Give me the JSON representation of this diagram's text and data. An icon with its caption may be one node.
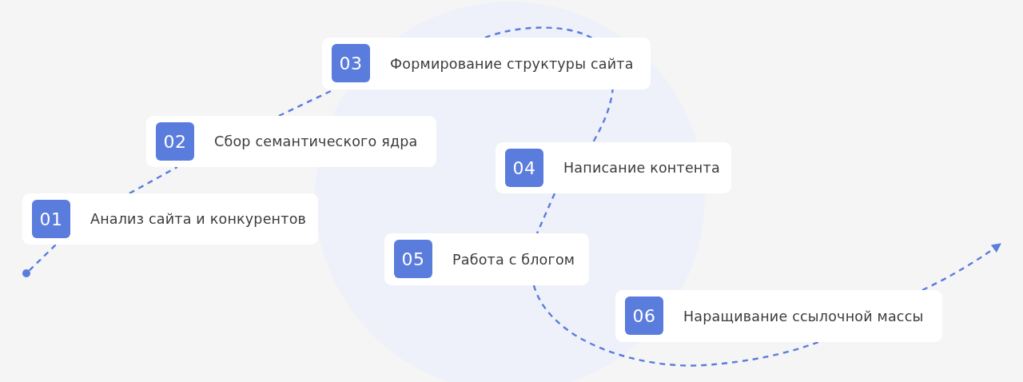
{
  "diagram": {
    "nodes": [
      {
        "text": [],
        "shape": "circle"
      },
      {
        "text": [
          "Анализ сайта и конкурентов"
        ]
      },
      {
        "text": [
          "01"
        ],
        "in": 1
      },
      {
        "text": [
          "Сбор семантического ядра"
        ]
      },
      {
        "text": [
          "02"
        ],
        "in": 3
      },
      {
        "text": [
          "Формирование структуры сайта"
        ]
      },
      {
        "text": [
          "03"
        ],
        "in": 5
      },
      {
        "text": [
          "Написание контента"
        ]
      },
      {
        "text": [
          "04"
        ],
        "in": 7
      },
      {
        "text": [
          "Работа с блогом"
        ]
      },
      {
        "text": [
          "05"
        ],
        "in": 9
      },
      {
        "text": [
          "Наращивание ссылочной массы"
        ]
      },
      {
        "text": [
          "06"
        ],
        "in": 11
      }
    ],
    "edges": [
      {
        "from": 0,
        "to": 1,
        "arrow": "none",
        "style": "dashed"
      },
      {
        "from": 1,
        "to": 3,
        "arrow": "none",
        "style": "dashed"
      },
      {
        "from": 3,
        "to": 5,
        "arrow": "none",
        "style": "dashed"
      },
      {
        "from": 5,
        "to": 7,
        "arrow": "none",
        "style": "dashed"
      },
      {
        "from": 7,
        "to": 9,
        "arrow": "none",
        "style": "dashed"
      },
      {
        "from": 9,
        "to": 11,
        "arrow": "none",
        "style": "dashed"
      },
      {
        "from": 11,
        "to": null,
        "arrow": "to",
        "style": "dashed"
      }
    ]
  }
}
